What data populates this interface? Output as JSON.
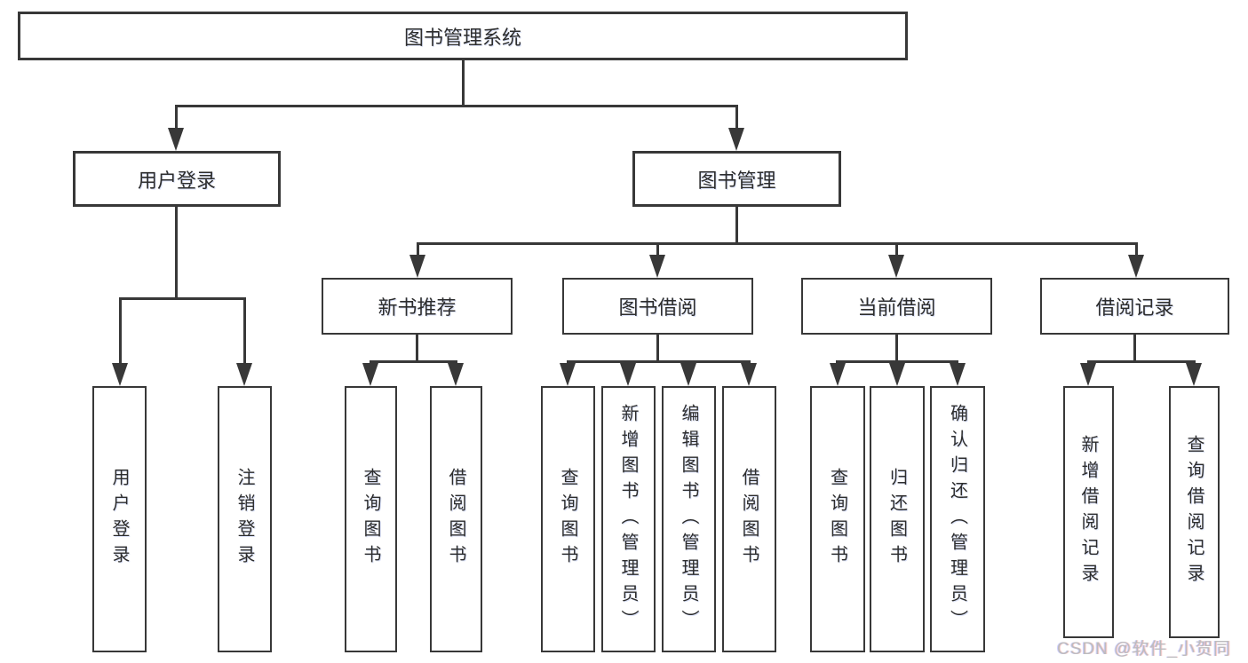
{
  "diagram": {
    "title": "图书管理系统",
    "watermark": "CSDN @软件_小贺同学",
    "colors": {
      "line": "#383838",
      "text": "#2d2d2d",
      "background": "#ffffff",
      "watermark": "#bcbcbe"
    },
    "nodes": {
      "root": "图书管理系统",
      "user_login": "用户登录",
      "book_management": "图书管理",
      "new_book_recommend": "新书推荐",
      "book_borrowing": "图书借阅",
      "current_borrowing": "当前借阅",
      "borrowing_records": "借阅记录",
      "leaf_user_login": "用户登录",
      "leaf_logout": "注销登录",
      "rec_query_books": "查询图书",
      "rec_borrow_books": "借阅图书",
      "bb_query_books": "查询图书",
      "bb_add_books_admin": "新增图书（管理员）",
      "bb_edit_books_admin": "编辑图书（管理员）",
      "bb_borrow_books": "借阅图书",
      "cb_query_books": "查询图书",
      "cb_return_books": "归还图书",
      "cb_confirm_return_admin": "确认归还（管理员）",
      "br_add_record": "新增借阅记录",
      "br_query_record": "查询借阅记录"
    },
    "hierarchy": {
      "图书管理系统": {
        "用户登录": [
          "用户登录",
          "注销登录"
        ],
        "图书管理": {
          "新书推荐": [
            "查询图书",
            "借阅图书"
          ],
          "图书借阅": [
            "查询图书",
            "新增图书（管理员）",
            "编辑图书（管理员）",
            "借阅图书"
          ],
          "当前借阅": [
            "查询图书",
            "归还图书",
            "确认归还（管理员）"
          ],
          "借阅记录": [
            "新增借阅记录",
            "查询借阅记录"
          ]
        }
      }
    }
  }
}
